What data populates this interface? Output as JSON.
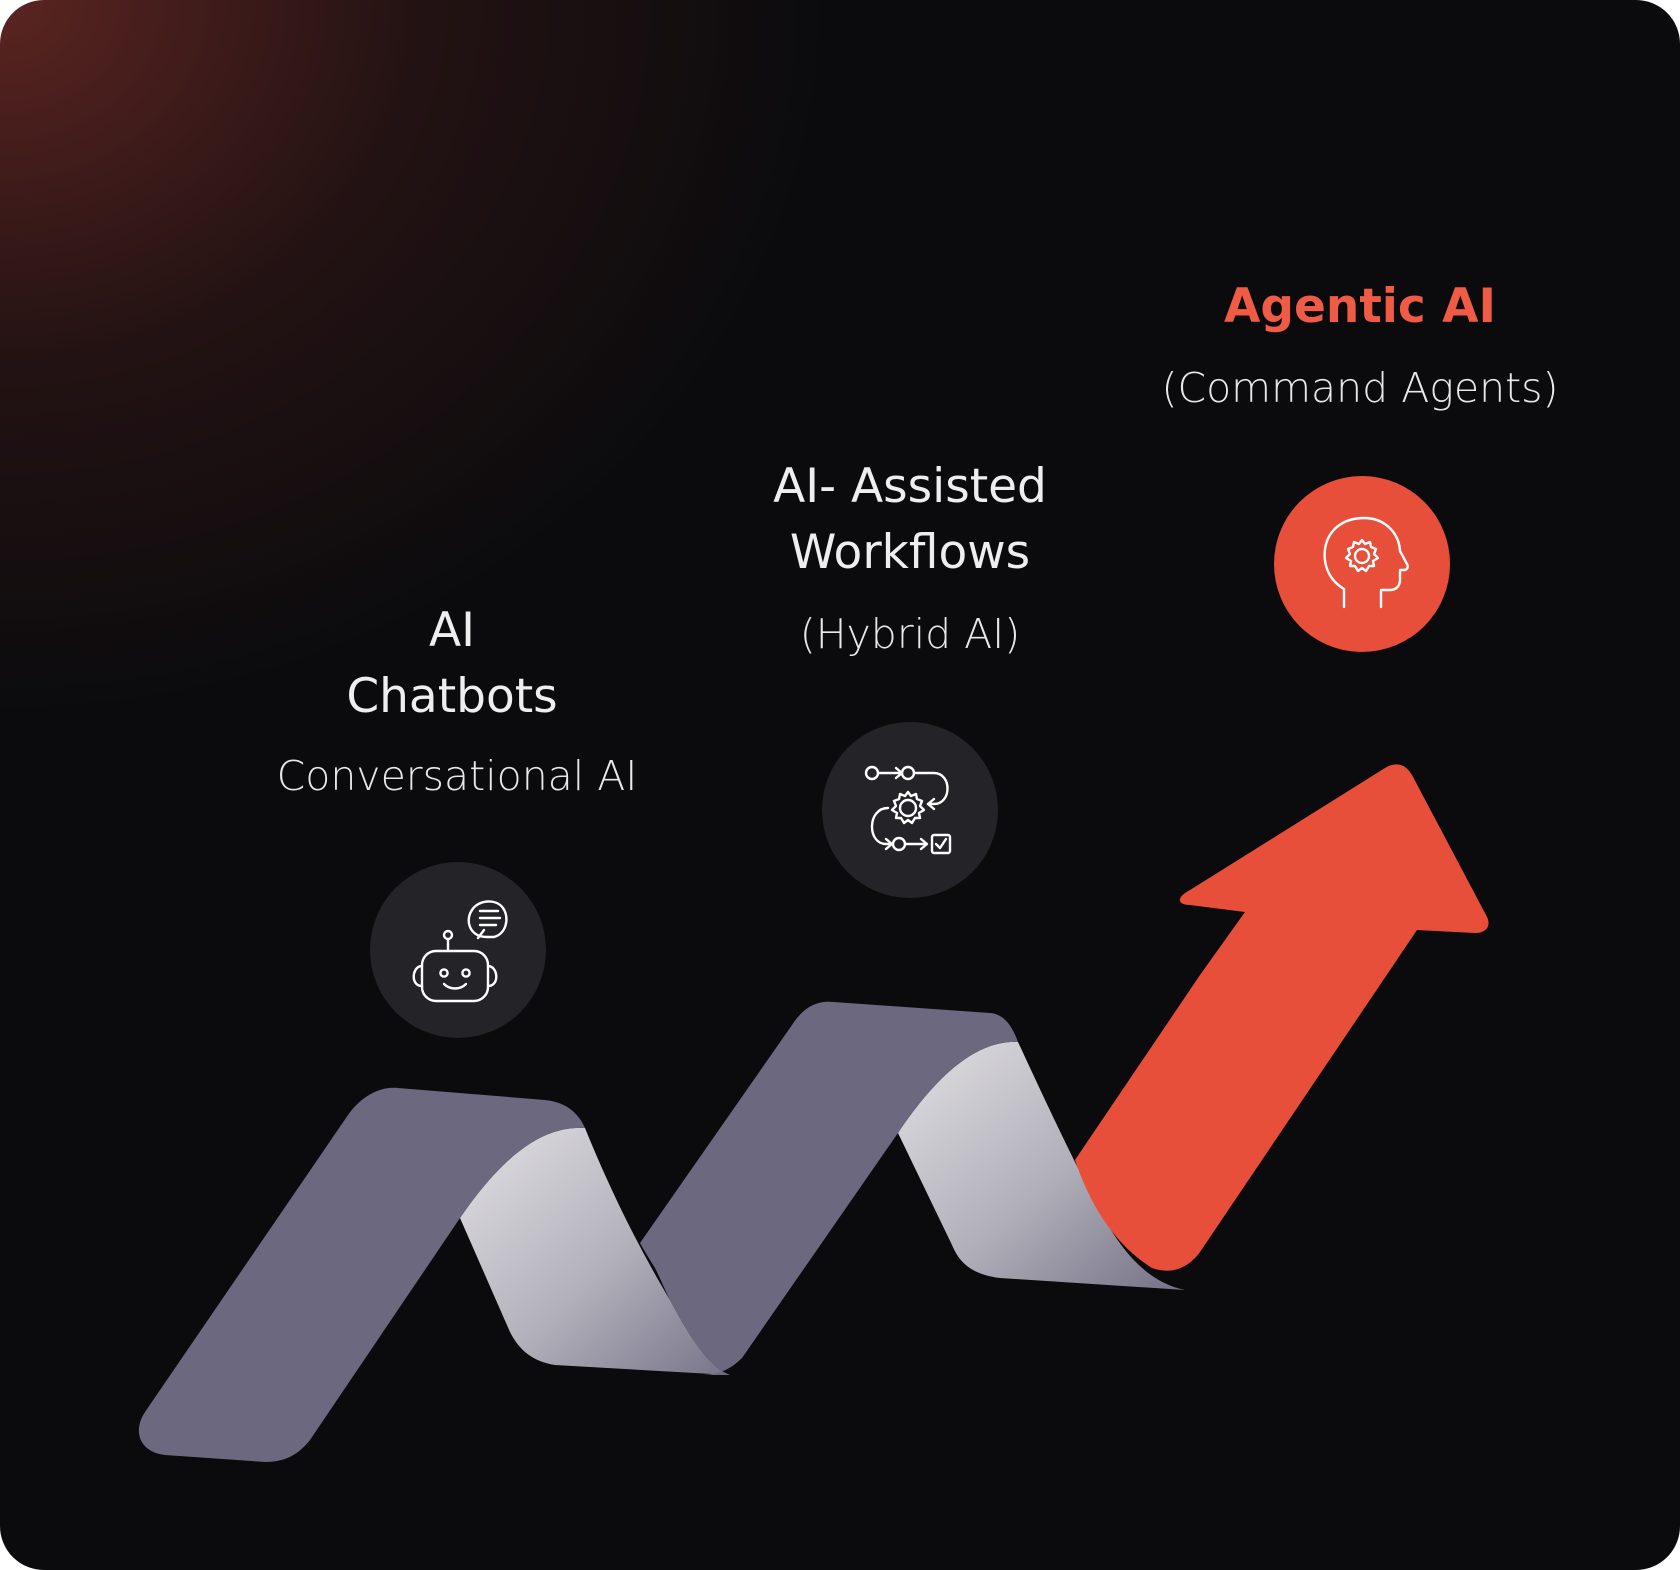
{
  "stages": [
    {
      "title_line1": "AI",
      "title_line2": "Chatbots",
      "subtitle": "Conversational AI",
      "icon": "chatbot-icon"
    },
    {
      "title_line1": "AI- Assisted",
      "title_line2": "Workflows",
      "subtitle": "(Hybrid AI)",
      "icon": "workflow-gear-icon"
    },
    {
      "title_line1": "Agentic AI",
      "subtitle": "(Command Agents)",
      "icon": "head-gear-icon"
    }
  ],
  "colors": {
    "background": "#0b0b0d",
    "accent": "#e84f3a",
    "ribbon": "#6b687f",
    "icon_circle": "#242328",
    "text": "#eeeeee"
  }
}
